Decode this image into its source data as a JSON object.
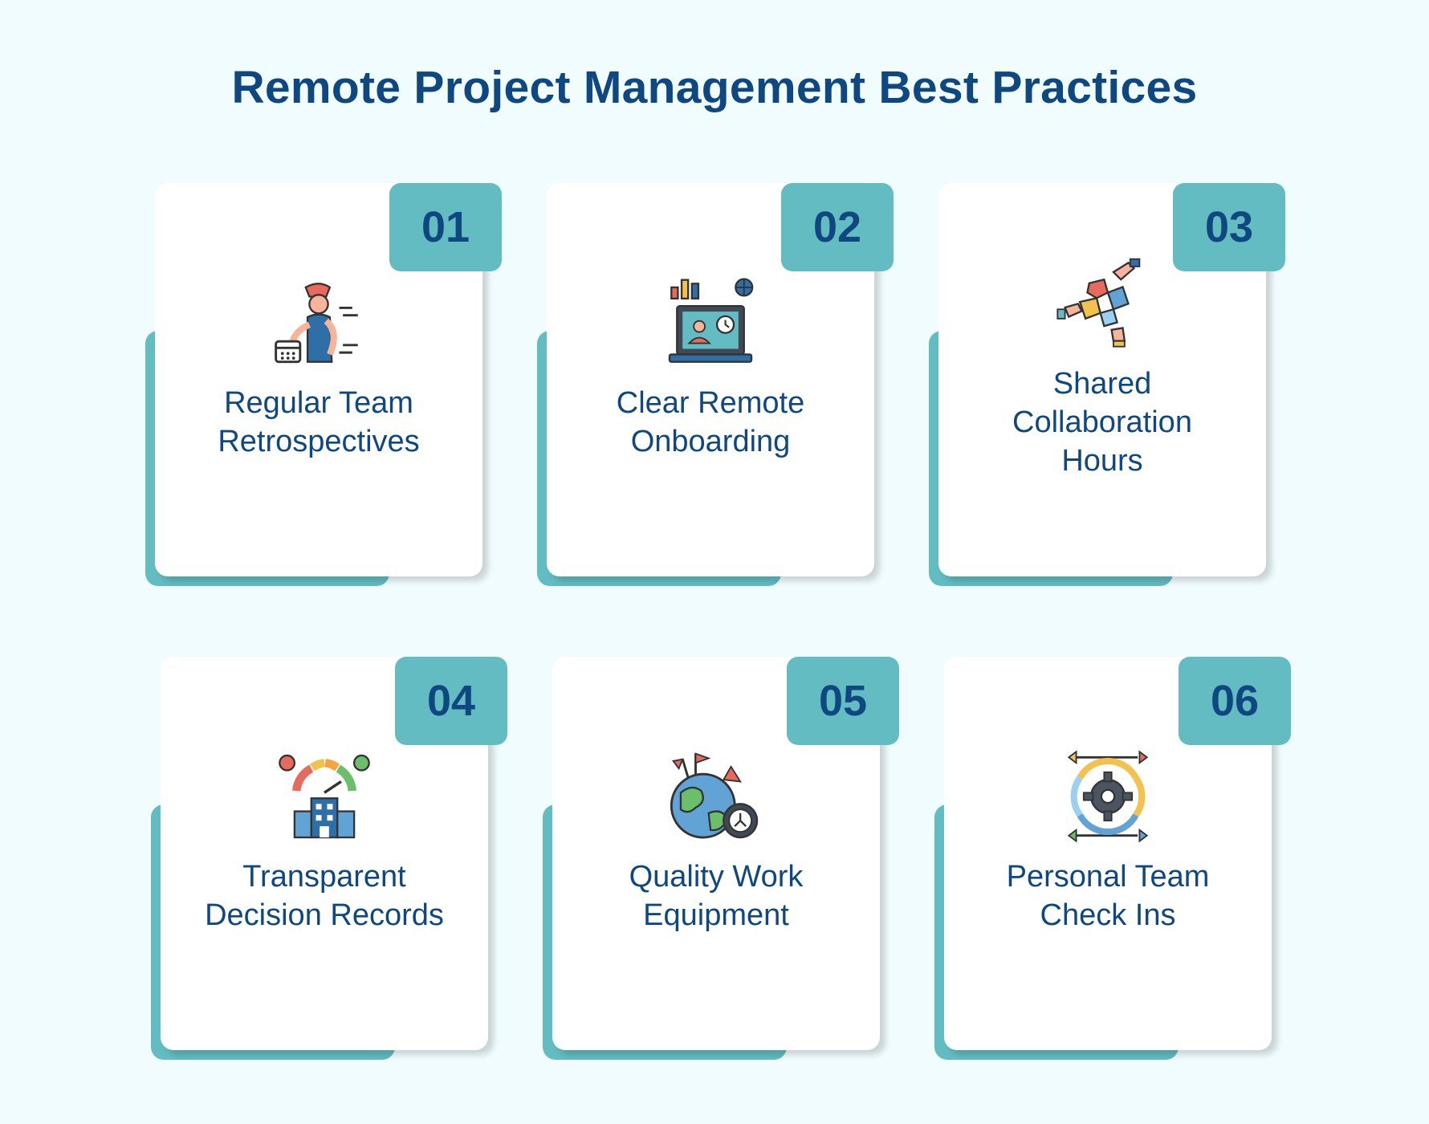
{
  "title": "Remote Project Management Best Practices",
  "accent_color": "#62bcc1",
  "text_color": "#0f4880",
  "cards": [
    {
      "number": "01",
      "lines": [
        "Regular Team",
        "Retrospectives"
      ],
      "icon": "person-calendar-speed-icon"
    },
    {
      "number": "02",
      "lines": [
        "Clear Remote",
        "Onboarding"
      ],
      "icon": "laptop-video-call-icon"
    },
    {
      "number": "03",
      "lines": [
        "Shared",
        "Collaboration",
        "Hours"
      ],
      "icon": "puzzle-hands-icon"
    },
    {
      "number": "04",
      "lines": [
        "Transparent",
        "Decision Records"
      ],
      "icon": "gauge-building-icon"
    },
    {
      "number": "05",
      "lines": [
        "Quality Work",
        "Equipment"
      ],
      "icon": "globe-clock-icon"
    },
    {
      "number": "06",
      "lines": [
        "Personal Team",
        "Check Ins"
      ],
      "icon": "gear-cycle-arrows-icon"
    }
  ]
}
